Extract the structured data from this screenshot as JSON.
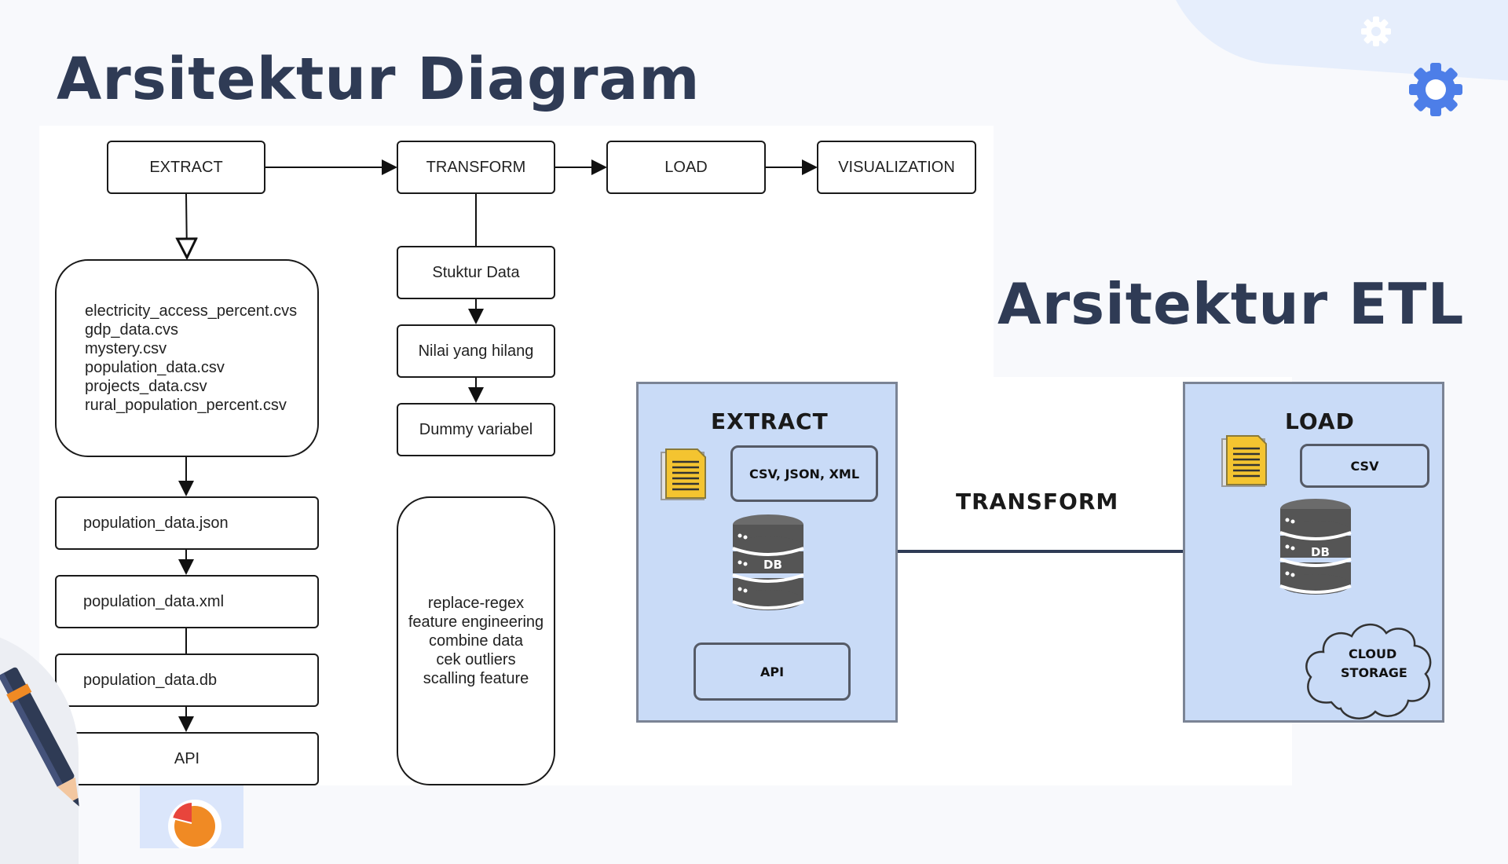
{
  "titles": {
    "diagram": "Arsitektur Diagram",
    "etl": "Arsitektur ETL"
  },
  "flow": {
    "extract": "EXTRACT",
    "transform": "TRANSFORM",
    "load": "LOAD",
    "visualization": "VISUALIZATION"
  },
  "source_files": [
    "electricity_access_percent.cvs",
    "gdp_data.cvs",
    "mystery.csv",
    "population_data.csv",
    "projects_data.csv",
    "rural_population_percent.csv"
  ],
  "extract_chain": {
    "json": "population_data.json",
    "xml": "population_data.xml",
    "db": "population_data.db",
    "api": "API"
  },
  "transform_chain": {
    "struktur": "Stuktur Data",
    "nilai": "Nilai yang hilang",
    "dummy": "Dummy variabel"
  },
  "transform_steps": [
    "replace-regex",
    "feature engineering",
    "combine data",
    "cek outliers",
    "scalling feature"
  ],
  "etl": {
    "extract_title": "EXTRACT",
    "extract_formats": "CSV, JSON, XML",
    "extract_db": "DB",
    "extract_api": "API",
    "transform_label": "TRANSFORM",
    "load_title": "LOAD",
    "load_format": "CSV",
    "load_db": "DB",
    "cloud_line1": "CLOUD",
    "cloud_line2": "STORAGE"
  },
  "colors": {
    "title": "#2f3b55",
    "etl_panel": "#c9dbf7",
    "gear": "#4d7ee8",
    "document": "#f4c430",
    "pie_orange": "#f08a24",
    "pie_red": "#e8453c"
  }
}
